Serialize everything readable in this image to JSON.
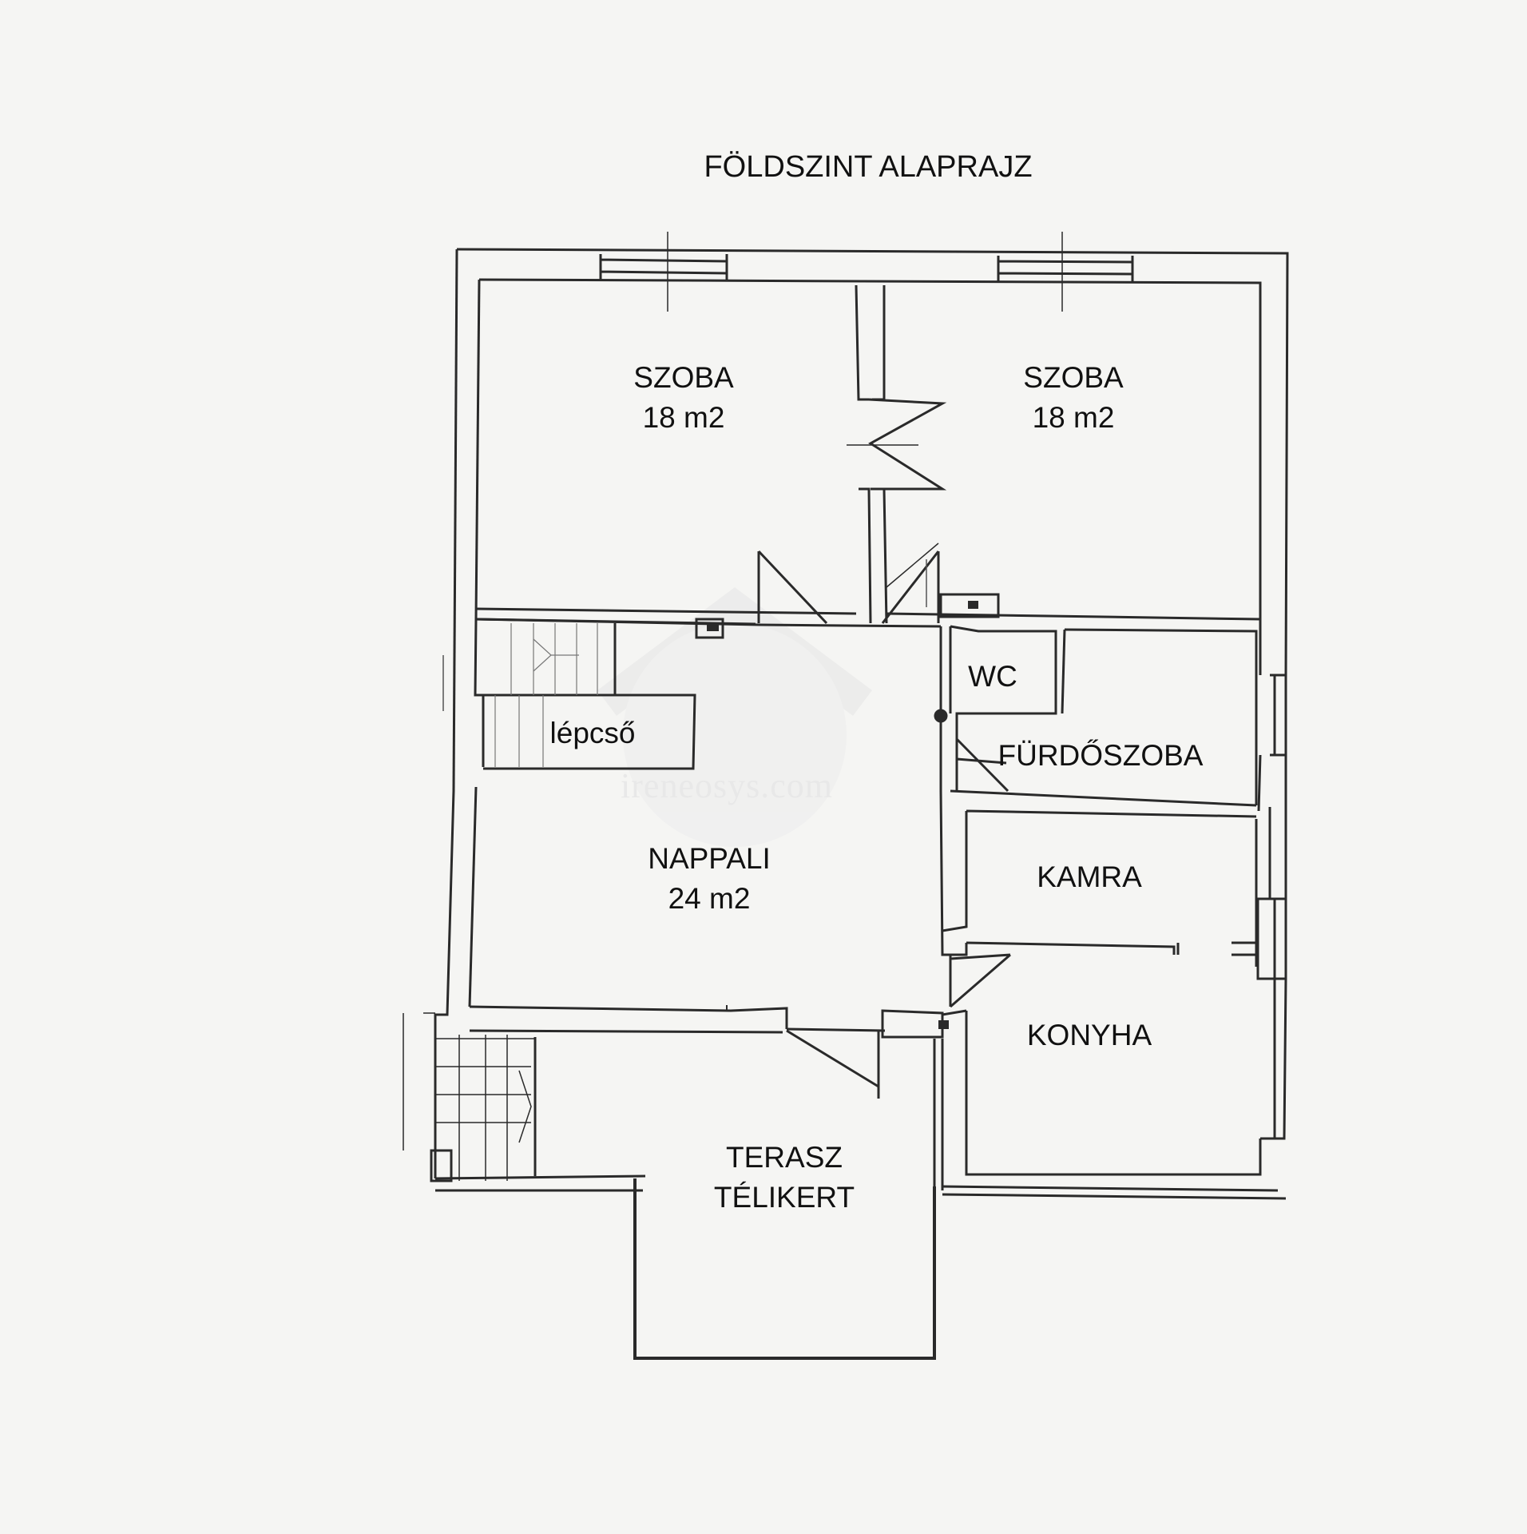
{
  "title": "FÖLDSZINT ALAPRAJZ",
  "rooms": {
    "szoba_left": {
      "name": "SZOBA",
      "area": "18 m2"
    },
    "szoba_right": {
      "name": "SZOBA",
      "area": "18 m2"
    },
    "wc": {
      "name": "WC"
    },
    "lepcso": {
      "name": "lépcső"
    },
    "furdoszoba": {
      "name": "FÜRDŐSZOBA"
    },
    "nappali": {
      "name": "NAPPALI",
      "area": "24 m2"
    },
    "kamra": {
      "name": "KAMRA"
    },
    "konyha": {
      "name": "KONYHA"
    },
    "terasz": {
      "name": "TERASZ",
      "sub": "TÉLIKERT"
    }
  },
  "watermark": "ireneosys.com",
  "colors": {
    "line": "#2a2a2a",
    "background": "#f5f5f3",
    "watermark": "#e6e6e6"
  }
}
